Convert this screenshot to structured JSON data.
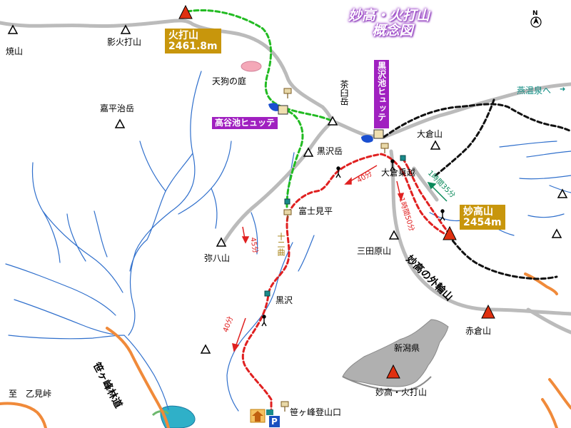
{
  "title": {
    "line1": "妙高・火打山",
    "line2": "概念図"
  },
  "north_mark": "N",
  "direction_label": "燕温泉へ",
  "peaks": {
    "hiuchi": {
      "name": "火打山",
      "elevation": "2461.8m"
    },
    "myoko": {
      "name": "妙高山",
      "elevation": "2454m"
    }
  },
  "huts": {
    "kurosawaike": "黒沢池ヒュッテ",
    "koyachiike": "高谷池ヒュッテ"
  },
  "labels": {
    "yakeyama": "焼山",
    "kagehiuchi": "影火打山",
    "tengu": "天狗の庭",
    "chausu": "茶臼岳",
    "kaheiji": "嘉平治岳",
    "kurosawadake": "黒沢岳",
    "okurayama": "大倉山",
    "okuranokkoshi": "大倉乗越",
    "fujimidaira": "富士見平",
    "yahachi": "弥八山",
    "mitaharayama": "三田原山",
    "kurosawa": "黒沢",
    "akakura": "赤倉山",
    "niigata": "新潟県",
    "myoko_hiuchi": "妙高・火打山",
    "sasagamine_trailhead": "笹ヶ峰登山口",
    "otomi": "至　乙見峠",
    "sasagamine_rindo": "笹ヶ峰林道",
    "sotorinzan": "妙高の外輪山",
    "junikyoku": "十二曲",
    "parking": "P"
  },
  "times": {
    "t40a": "40分",
    "t45": "45分",
    "t40b": "40分",
    "t1h35": "1時間35分",
    "t1h50": "1時間50分"
  },
  "colors": {
    "route_red": "#e02020",
    "route_green": "#22bb22",
    "road": "#bbbbbb",
    "river": "#2f6fcc",
    "forest_road": "#f08a3a",
    "peak_red": "#e03010",
    "hut_box": "#a020c0",
    "peak_box": "#c8960c",
    "direction": "#0a8a80"
  }
}
